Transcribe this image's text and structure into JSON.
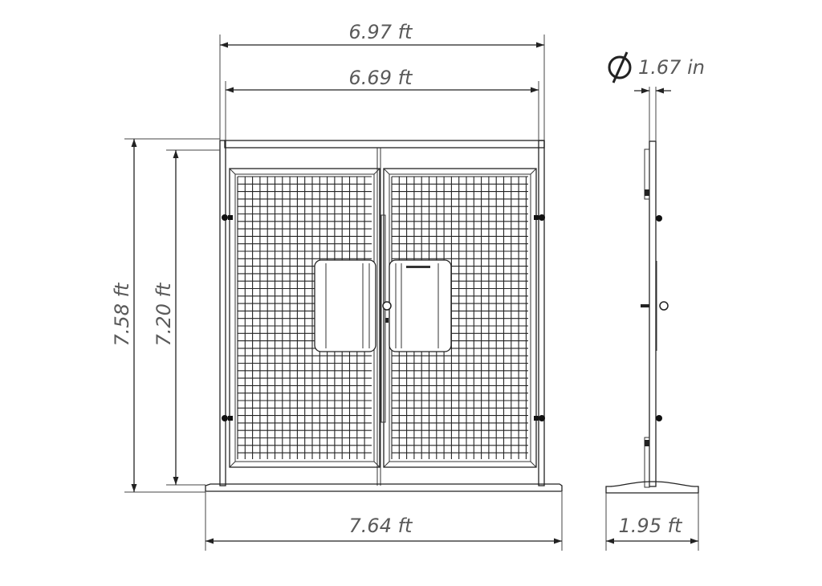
{
  "dimensions": {
    "overall_width": "6.97 ft",
    "inner_width": "6.69 ft",
    "overall_height": "7.58 ft",
    "inner_height": "7.20 ft",
    "base_width": "7.64 ft",
    "base_depth": "1.95 ft",
    "tube_diameter": "1.67 in"
  }
}
